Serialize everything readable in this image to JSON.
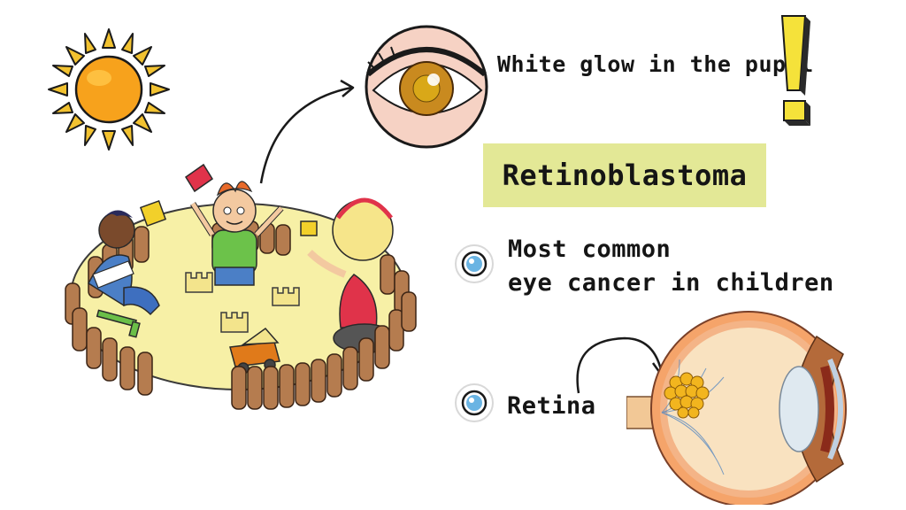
{
  "captions": {
    "white_glow": "White glow in the pupil",
    "title": "Retinoblastoma",
    "fact_line1": "Most common",
    "fact_line2": "eye cancer in children",
    "retina": "Retina"
  },
  "icons": {
    "sun": "sun-icon",
    "eye": "eye-closeup-icon",
    "alert": "exclamation-icon",
    "bullet": "eye-bullet-icon",
    "anatomy": "eye-cross-section-icon"
  },
  "colors": {
    "sun_core": "#f7a21c",
    "sun_rays": "#f2c230",
    "sand": "#f7f0a6",
    "fence": "#b57c4f",
    "title_band": "#e3e896",
    "exclamation": "#f5e23a",
    "eye_iris": "#c98a1f",
    "bullet_iris": "#6ab4e3"
  }
}
